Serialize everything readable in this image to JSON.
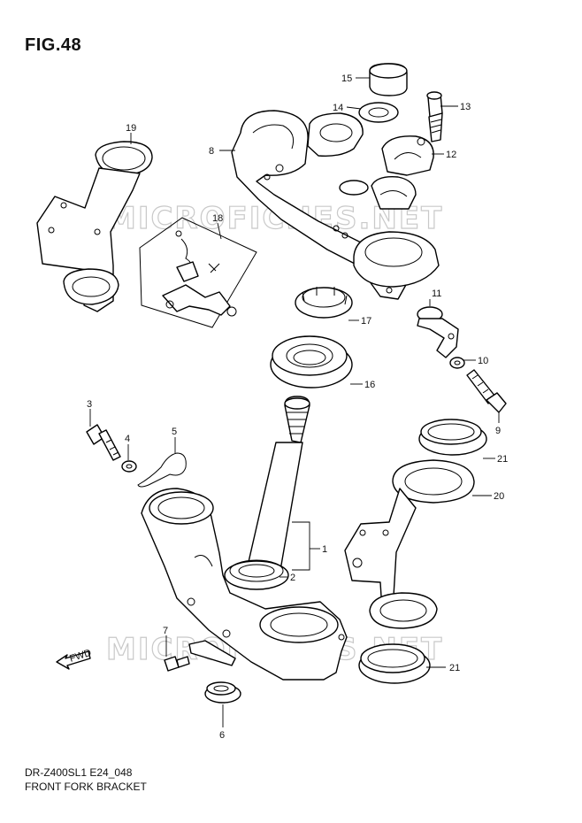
{
  "figure": {
    "title": "FIG.48",
    "code": "DR-Z400SL1 E24_048",
    "name": "FRONT FORK BRACKET"
  },
  "watermark": "MICROFICHES.NET",
  "callouts": [
    "1",
    "2",
    "3",
    "4",
    "5",
    "6",
    "7",
    "8",
    "9",
    "10",
    "11",
    "12",
    "13",
    "14",
    "15",
    "16",
    "17",
    "18",
    "19",
    "20",
    "21"
  ],
  "fwd_label": "FWD"
}
